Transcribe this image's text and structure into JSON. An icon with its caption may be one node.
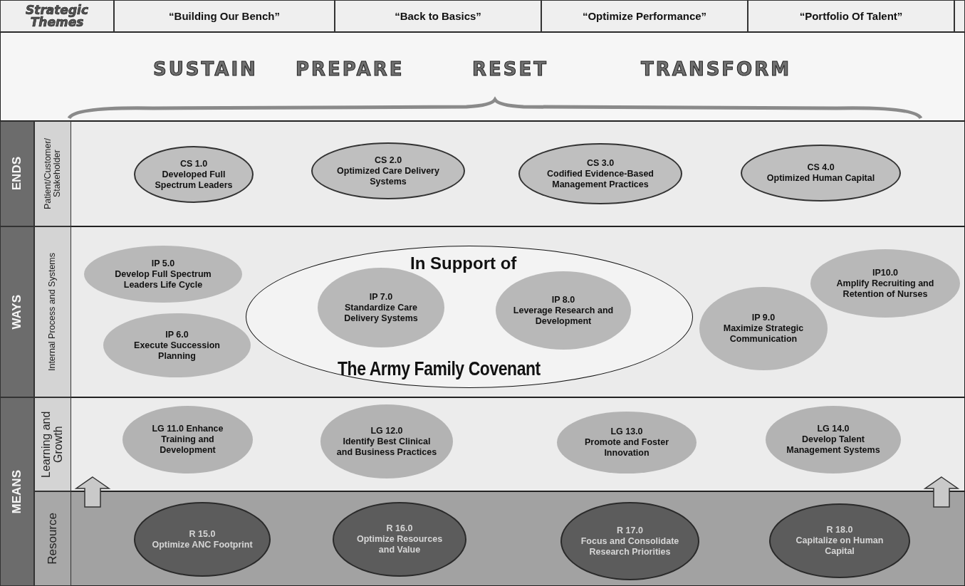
{
  "diagram": {
    "nodes": [
      {
        "text": [
          "CS 1.0",
          "Developed Full Spectrum Leaders"
        ]
      },
      {
        "text": [
          "CS 2.0",
          "Optimized Care Delivery Systems"
        ]
      },
      {
        "text": [
          "CS 3.0",
          "Codified Evidence-Based Management Practices"
        ]
      },
      {
        "text": [
          "CS 4.0",
          "Optimized Human Capital"
        ]
      },
      {
        "text": [
          "IP 5.0",
          "Develop Full Spectrum Leaders Life Cycle"
        ]
      },
      {
        "text": [
          "IP 6.0",
          "Execute Succession Planning"
        ]
      },
      {
        "text": [
          "In Support of",
          "The Army Family Covenant"
        ]
      },
      {
        "text": [
          "IP 7.0",
          "Standardize Care Delivery Systems"
        ],
        "in": 6
      },
      {
        "text": [
          "IP 8.0",
          "Leverage Research and Development"
        ],
        "in": 6
      },
      {
        "text": [
          "IP 9.0",
          "Maximize Strategic Communication"
        ]
      },
      {
        "text": [
          "IP10.0",
          "Amplify Recruiting and Retention of Nurses"
        ]
      },
      {
        "text": [
          "LG 11.0 Enhance Training and Development"
        ]
      },
      {
        "text": [
          "LG 12.0",
          "Identify Best Clinical and Business Practices"
        ]
      },
      {
        "text": [
          "LG 13.0",
          "Promote and Foster Innovation"
        ]
      },
      {
        "text": [
          "LG 14.0",
          "Develop Talent Management Systems"
        ]
      },
      {
        "text": [
          "R 15.0",
          "Optimize ANC Footprint"
        ]
      },
      {
        "text": [
          "R 16.0",
          "Optimize Resources and Value"
        ]
      },
      {
        "text": [
          "R 17.0",
          "Focus and Consolidate Research Priorities"
        ]
      },
      {
        "text": [
          "R 18.0",
          "Capitalize on Human Capital"
        ]
      }
    ],
    "edges": [],
    "labels": [
      "Strategic Themes",
      "“Building Our Bench”",
      "“Back to Basics”",
      "“Optimize Performance”",
      "“Portfolio Of Talent”",
      "SUSTAIN",
      "PREPARE",
      "RESET",
      "TRANSFORM",
      "ENDS",
      "Patient/Customer/ Stakeholder",
      "WAYS",
      "Internal Process and Systems",
      "Learning and Growth",
      "MEANS",
      "Resource"
    ]
  }
}
